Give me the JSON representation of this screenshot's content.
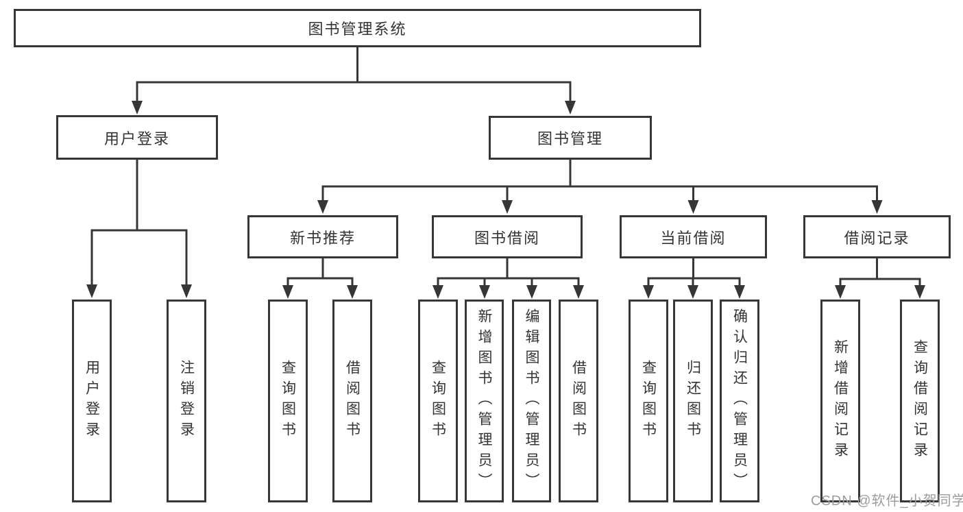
{
  "diagram_type": "hierarchy-tree",
  "colors": {
    "background": "#ffffff",
    "box_border": "#363636",
    "connector_line": "#363636",
    "text": "#333333",
    "watermark_text": "#9c9c9c"
  },
  "tree": {
    "label": "图书管理系统",
    "children": [
      {
        "label": "用户登录",
        "children": [
          {
            "label": "用户登录"
          },
          {
            "label": "注销登录"
          }
        ]
      },
      {
        "label": "图书管理",
        "children": [
          {
            "label": "新书推荐",
            "children": [
              {
                "label": "查询图书"
              },
              {
                "label": "借阅图书"
              }
            ]
          },
          {
            "label": "图书借阅",
            "children": [
              {
                "label": "查询图书"
              },
              {
                "label": "新增图书（管理员）"
              },
              {
                "label": "编辑图书（管理员）"
              },
              {
                "label": "借阅图书"
              }
            ]
          },
          {
            "label": "当前借阅",
            "children": [
              {
                "label": "查询图书"
              },
              {
                "label": "归还图书"
              },
              {
                "label": "确认归还（管理员）"
              }
            ]
          },
          {
            "label": "借阅记录",
            "children": [
              {
                "label": "新增借阅记录"
              },
              {
                "label": "查询借阅记录"
              }
            ]
          }
        ]
      }
    ]
  },
  "watermark": {
    "text": "CSDN @软件_小贺同学"
  }
}
